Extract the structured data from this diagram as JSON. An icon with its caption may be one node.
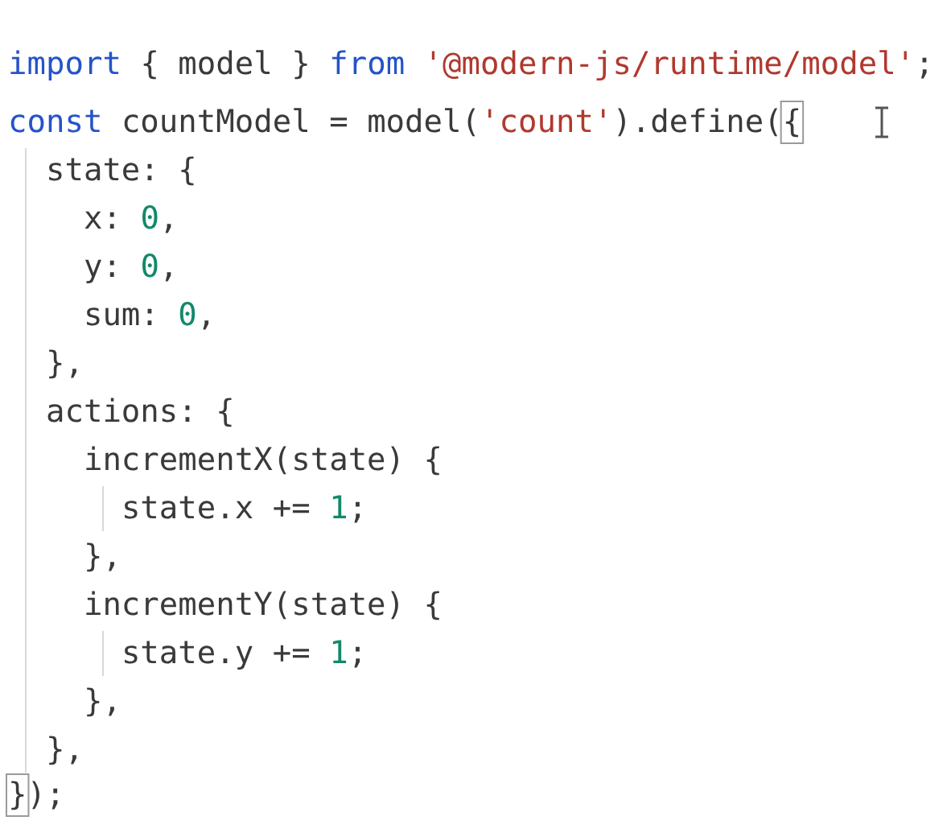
{
  "diagram": {
    "labels": [
      "import { model } from '@modern-js/runtime/model';",
      "const countModel = model('count').define({",
      "state: {",
      "x: 0,",
      "y: 0,",
      "sum: 0,",
      "},",
      "actions: {",
      "incrementX(state) {",
      "state.x += 1;",
      "},",
      "incrementY(state) {",
      "state.y += 1;",
      "},",
      "},",
      "});"
    ]
  }
}
